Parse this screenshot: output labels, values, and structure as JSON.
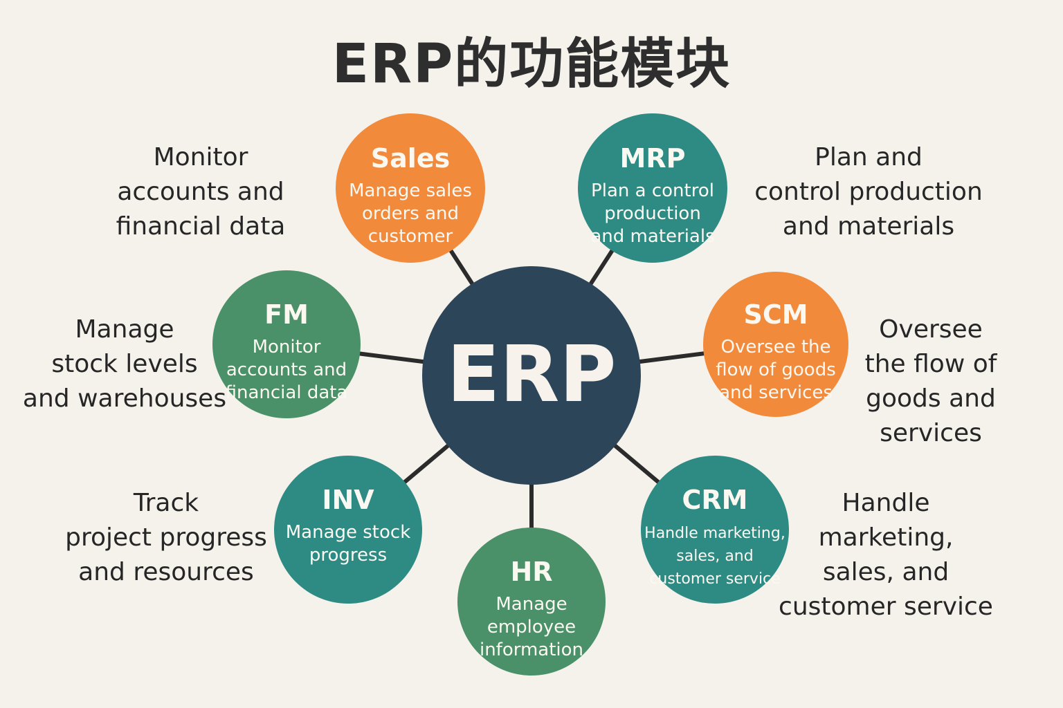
{
  "title": "ERP的功能模块",
  "center": {
    "label": "ERP",
    "color": "#2d4558"
  },
  "colors": {
    "orange": "#f28a3c",
    "teal": "#2e8b84",
    "green": "#4a9068",
    "connector": "#2b2b2b",
    "background": "#f5f2ec"
  },
  "modules": [
    {
      "id": "sales",
      "label": "Sales",
      "color_key": "orange",
      "description": [
        "Manage sales",
        "orders and",
        "customer"
      ]
    },
    {
      "id": "mrp",
      "label": "MRP",
      "color_key": "teal",
      "description": [
        "Plan a control",
        "production",
        "and materials"
      ]
    },
    {
      "id": "fm",
      "label": "FM",
      "color_key": "green",
      "description": [
        "Monitor",
        "accounts and",
        "financial data"
      ]
    },
    {
      "id": "scm",
      "label": "SCM",
      "color_key": "orange",
      "description": [
        "Oversee the",
        "flow of goods",
        "and services"
      ]
    },
    {
      "id": "inv",
      "label": "INV",
      "color_key": "teal",
      "description": [
        "Manage stock",
        "progress"
      ]
    },
    {
      "id": "hr",
      "label": "HR",
      "color_key": "green",
      "description": [
        "Manage",
        "employee",
        "information"
      ]
    },
    {
      "id": "crm",
      "label": "CRM",
      "color_key": "teal",
      "description": [
        "Handle marketing,",
        "sales, and",
        "customer service"
      ]
    }
  ],
  "side_notes": {
    "top_left": "Monitor\naccounts and\nfinancial data",
    "middle_left": "Manage\nstock levels\nand warehouses",
    "bottom_left": "Track\nproject progress\nand resources",
    "top_right": "Plan and\ncontrol production\nand materials",
    "middle_right": "Oversee\nthe flow of\ngoods and\nservices",
    "bottom_right": "Handle\nmarketing,\nsales, and\ncustomer service"
  }
}
